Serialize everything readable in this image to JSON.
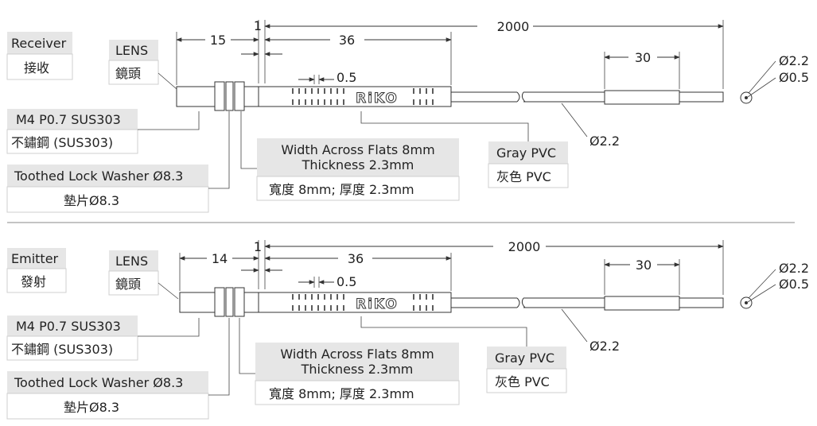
{
  "receiver": {
    "title_en": "Receiver",
    "title_zh": "接收",
    "lens_en": "LENS",
    "lens_zh": "鏡頭",
    "thread_en": "M4 P0.7 SUS303",
    "thread_zh": "不鏽鋼 (SUS303)",
    "washer_en": "Toothed Lock Washer Ø8.3",
    "washer_zh": "墊片Ø8.3",
    "nut_en_1": "Width Across Flats 8mm",
    "nut_en_2": "Thickness 2.3mm",
    "nut_zh": "寬度 8mm; 厚度 2.3mm",
    "cable_en": "Gray PVC",
    "cable_zh": "灰色 PVC",
    "dim_total": "2000",
    "dim_a": "15",
    "dim_one": "1",
    "dim_b": "36",
    "dim_pitch": "0.5",
    "dim_sleeve": "30",
    "dim_cable": "Ø2.2",
    "dim_end_outer": "Ø2.2",
    "dim_end_inner": "Ø0.5",
    "brand": "RiKO"
  },
  "emitter": {
    "title_en": "Emitter",
    "title_zh": "發射",
    "lens_en": "LENS",
    "lens_zh": "鏡頭",
    "thread_en": "M4 P0.7 SUS303",
    "thread_zh": "不鏽鋼 (SUS303)",
    "washer_en": "Toothed Lock Washer Ø8.3",
    "washer_zh": "墊片Ø8.3",
    "nut_en_1": "Width Across Flats 8mm",
    "nut_en_2": "Thickness 2.3mm",
    "nut_zh": "寬度 8mm; 厚度 2.3mm",
    "cable_en": "Gray PVC",
    "cable_zh": "灰色 PVC",
    "dim_total": "2000",
    "dim_a": "14",
    "dim_one": "1",
    "dim_b": "36",
    "dim_pitch": "0.5",
    "dim_sleeve": "30",
    "dim_cable": "Ø2.2",
    "dim_end_outer": "Ø2.2",
    "dim_end_inner": "Ø0.5",
    "brand": "RiKO"
  },
  "colors": {
    "box_header": "#e6e6e6",
    "box_border": "#cfcfcf",
    "line": "#333333"
  }
}
